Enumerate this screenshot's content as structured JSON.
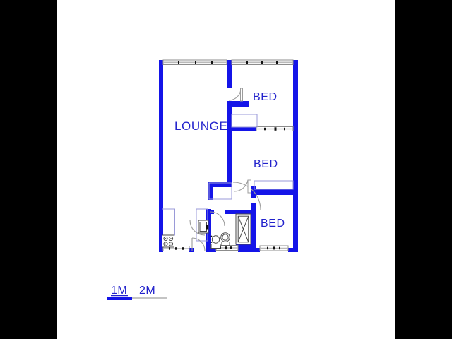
{
  "canvas": {
    "background": "#000000",
    "paper": "#ffffff"
  },
  "floorplan": {
    "labels": {
      "lounge": "LOUNGE",
      "bed_top": "BED",
      "bed_middle": "BED",
      "bed_bottom": "BED"
    },
    "fixtures": [
      "stove",
      "kitchen-sink",
      "toilet",
      "basin",
      "shower-cupboard",
      "counters",
      "built-in-cupboards"
    ],
    "colors": {
      "wall": "#1414e8",
      "label_text": "#2222cc",
      "window_frame": "#8c8c8c",
      "window_tick": "#111111",
      "fixture_outline": "#9a9ad8",
      "fixture_dark": "#4a4a4a",
      "door_arc": "#9c9c9c"
    }
  },
  "scale_bar": {
    "label_1m": "1M",
    "label_2m": "2M",
    "bar_1m_color": "#1414e8",
    "bar_2m_color": "#c4c4c4"
  }
}
